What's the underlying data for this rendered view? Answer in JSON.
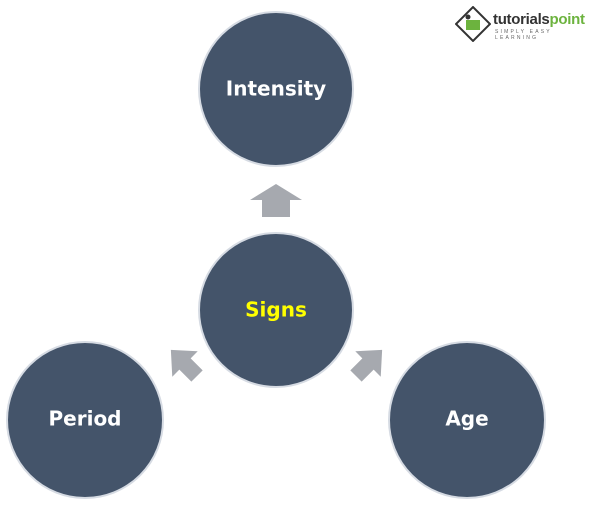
{
  "logo": {
    "brand_part1": "tutorials",
    "brand_part2": "point",
    "tagline": "SIMPLY EASY LEARNING"
  },
  "diagram": {
    "center": {
      "label": "Signs",
      "text_color": "#ffff00"
    },
    "nodes": [
      {
        "label": "Intensity",
        "position": "top"
      },
      {
        "label": "Period",
        "position": "bottom-left"
      },
      {
        "label": "Age",
        "position": "bottom-right"
      }
    ],
    "circle_color": "#44546a",
    "arrow_color": "#a6a9af",
    "node_text_color": "#ffffff"
  }
}
